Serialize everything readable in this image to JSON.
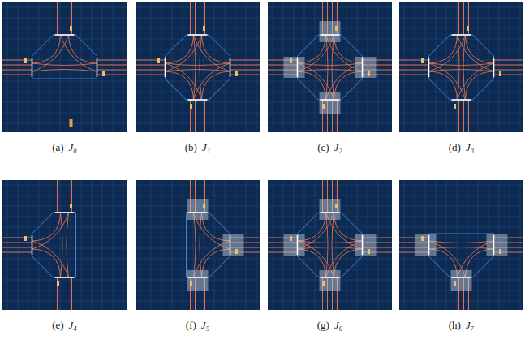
{
  "diagram": {
    "labels": [
      "(a)",
      "J₀",
      "(b)",
      "J₁",
      "(c)",
      "J₂",
      "(d)",
      "J₃",
      "(e)",
      "J₄",
      "(f)",
      "J₅",
      "(g)",
      "J₆",
      "(h)",
      "J₇"
    ]
  }
}
